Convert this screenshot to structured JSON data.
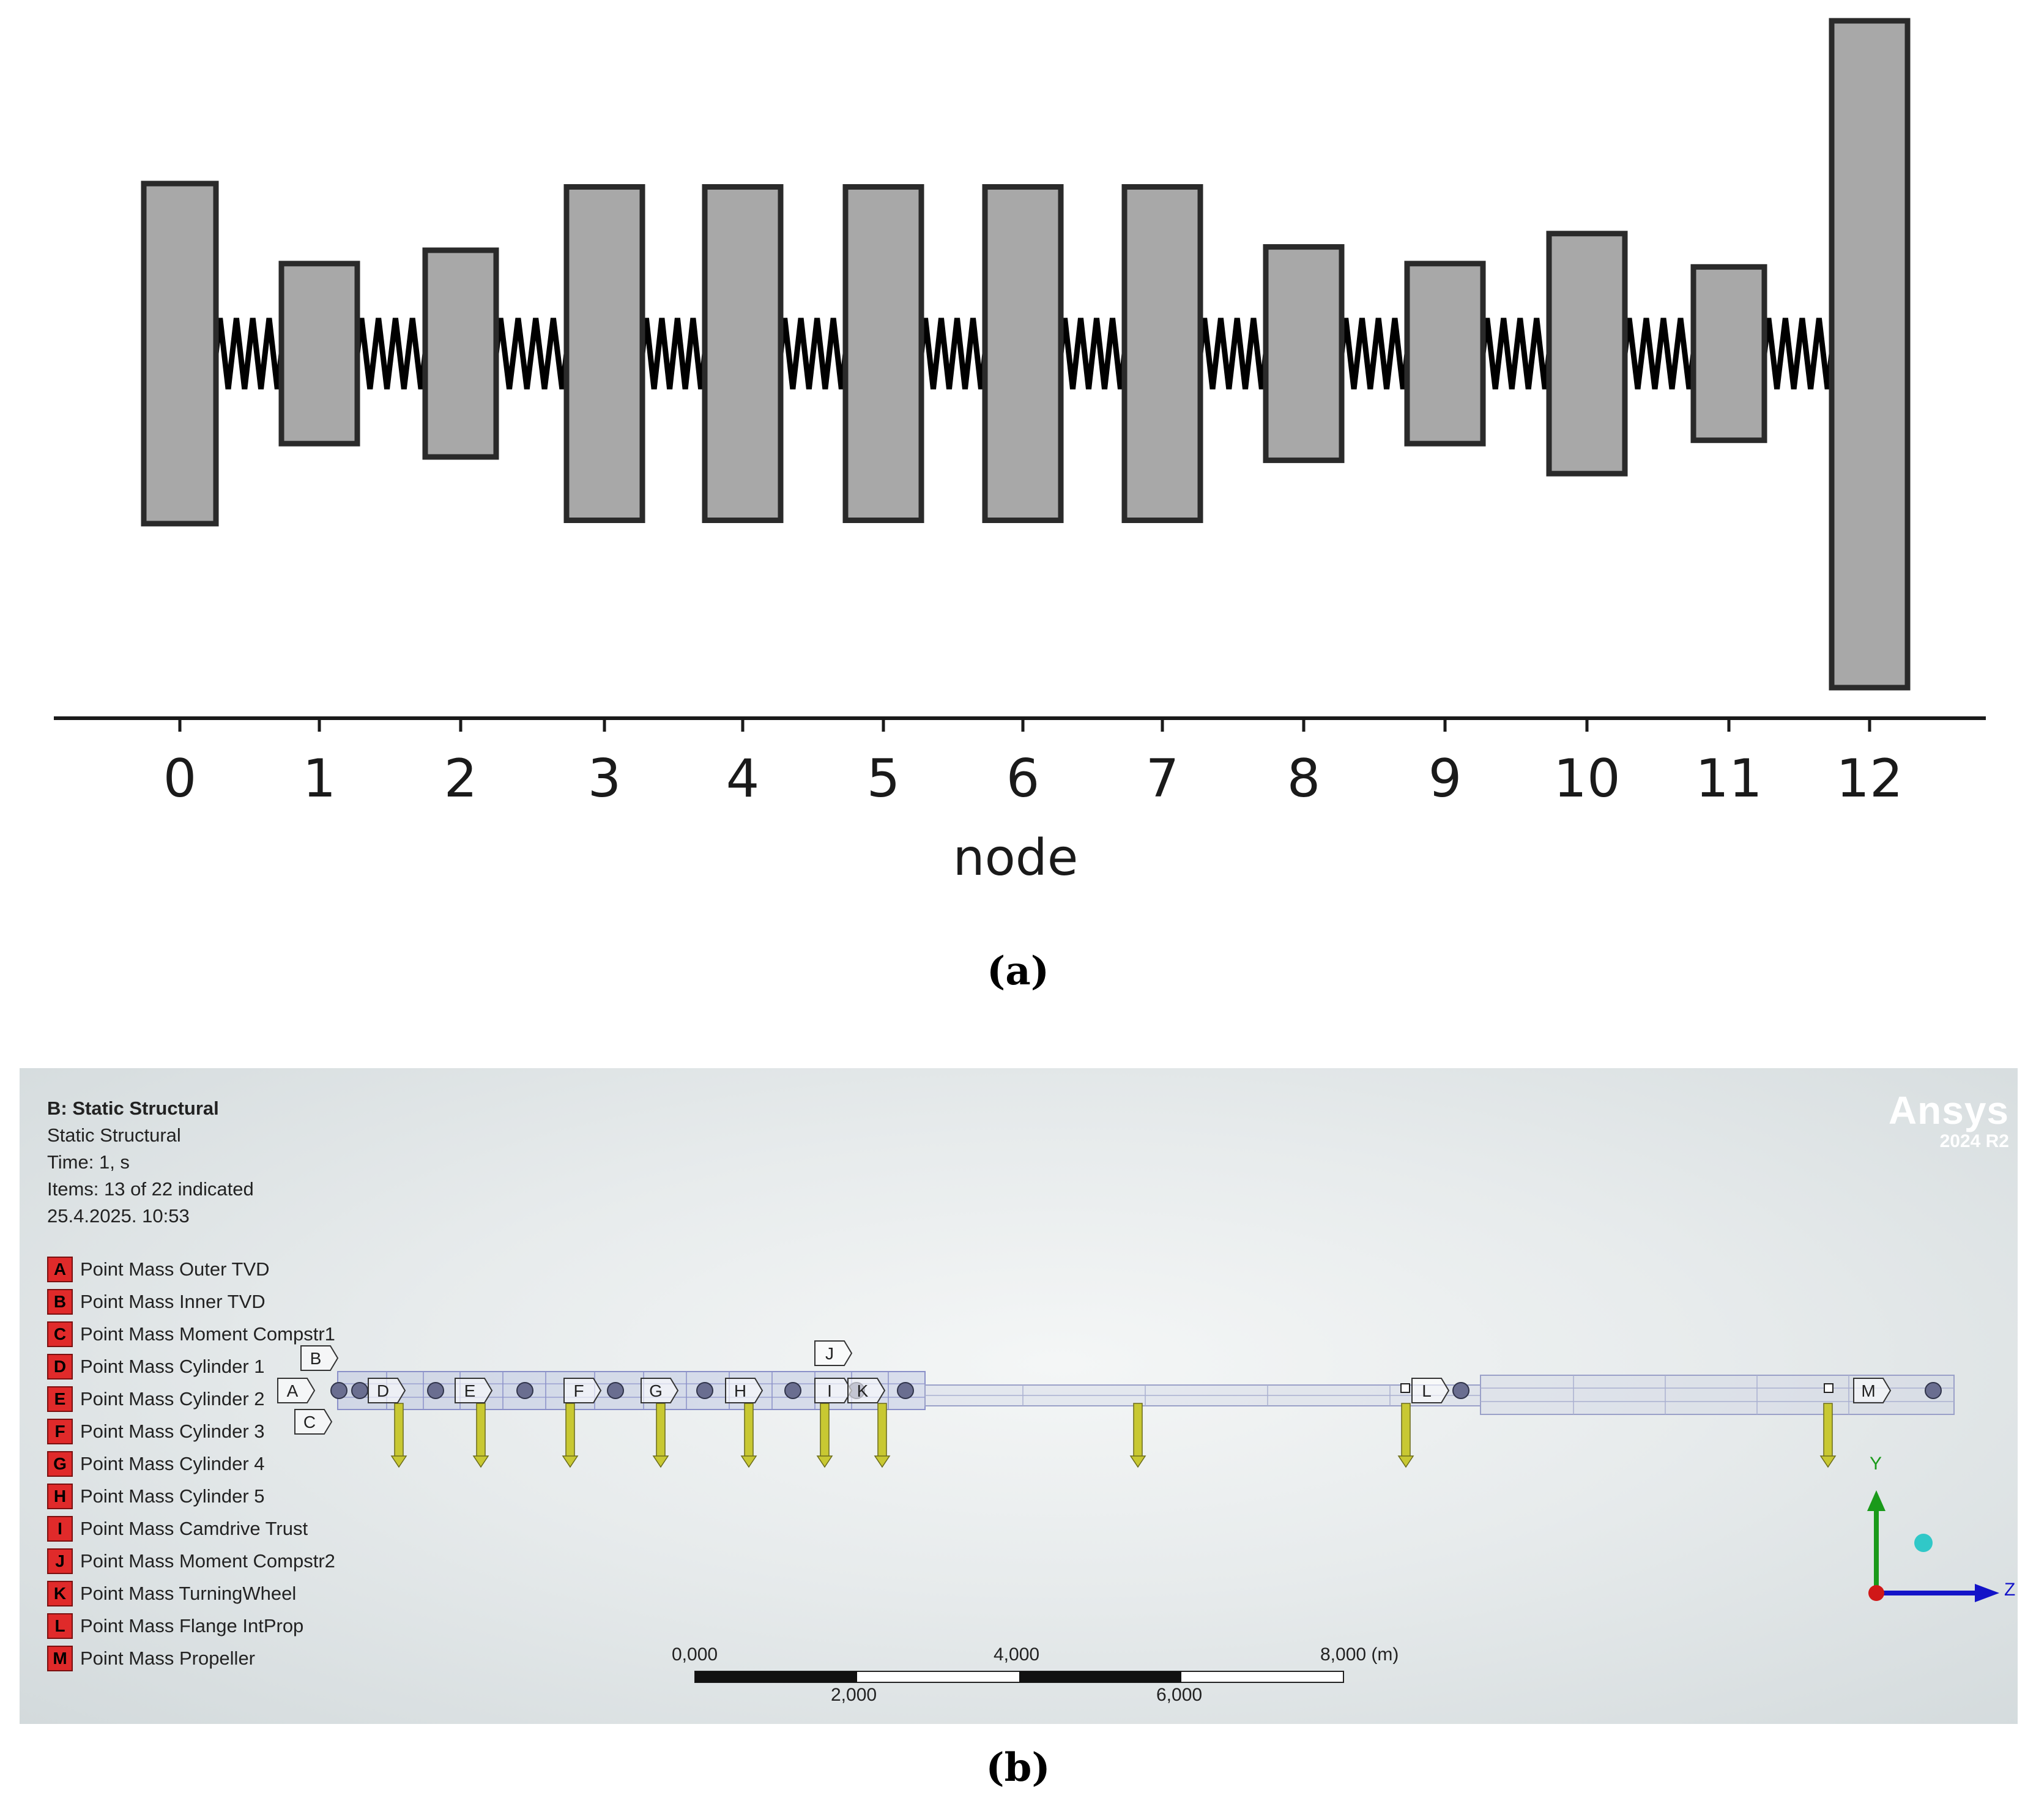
{
  "figure_a": {
    "axis_label": "node",
    "nodes": [
      {
        "label": "0",
        "height": 0.51
      },
      {
        "label": "1",
        "height": 0.27
      },
      {
        "label": "2",
        "height": 0.31
      },
      {
        "label": "3",
        "height": 0.5
      },
      {
        "label": "4",
        "height": 0.5
      },
      {
        "label": "5",
        "height": 0.5
      },
      {
        "label": "6",
        "height": 0.5
      },
      {
        "label": "7",
        "height": 0.5
      },
      {
        "label": "8",
        "height": 0.32
      },
      {
        "label": "9",
        "height": 0.27
      },
      {
        "label": "10",
        "height": 0.36
      },
      {
        "label": "11",
        "height": 0.26
      },
      {
        "label": "12",
        "height": 1.0
      }
    ],
    "colors": {
      "mass_fill": "#a8a8a8",
      "mass_stroke": "#2a2a2a",
      "spring": "#000000"
    }
  },
  "caption_a": "(a)",
  "caption_b": "(b)",
  "figure_b": {
    "info": {
      "title": "B: Static Structural",
      "line1": "Static Structural",
      "line2": "Time: 1, s",
      "line3": "Items: 13 of 22 indicated",
      "line4": "25.4.2025. 10:53"
    },
    "legend": [
      {
        "key": "A",
        "label": "Point Mass Outer TVD"
      },
      {
        "key": "B",
        "label": "Point Mass Inner TVD"
      },
      {
        "key": "C",
        "label": "Point Mass Moment Compstr1"
      },
      {
        "key": "D",
        "label": "Point Mass Cylinder 1"
      },
      {
        "key": "E",
        "label": "Point Mass Cylinder 2"
      },
      {
        "key": "F",
        "label": "Point Mass Cylinder 3"
      },
      {
        "key": "G",
        "label": "Point Mass Cylinder 4"
      },
      {
        "key": "H",
        "label": "Point Mass Cylinder 5"
      },
      {
        "key": "I",
        "label": "Point Mass Camdrive Trust"
      },
      {
        "key": "J",
        "label": "Point Mass Moment Compstr2"
      },
      {
        "key": "K",
        "label": "Point Mass TurningWheel"
      },
      {
        "key": "L",
        "label": "Point Mass Flange IntProp"
      },
      {
        "key": "M",
        "label": "Point Mass Propeller"
      }
    ],
    "brand": {
      "name": "Ansys",
      "version": "2024 R2"
    },
    "scale_bar": {
      "top_labels": [
        "0,000",
        "4,000",
        "8,000 (m)"
      ],
      "bottom_labels": [
        "2,000",
        "6,000"
      ]
    },
    "triad": {
      "y_label": "Y",
      "z_label": "Z",
      "colors": {
        "y": "#1a9a1a",
        "z": "#1414c8",
        "x": "#d01818",
        "iso": "#30c8c8"
      }
    },
    "shaft_tags": [
      "A",
      "B",
      "C",
      "D",
      "E",
      "F",
      "G",
      "H",
      "I",
      "J",
      "K",
      "L",
      "M"
    ],
    "colors": {
      "legend_key": "#e02a2a",
      "load_arrow": "#c8c832",
      "mass_point": "#6a6e90"
    }
  }
}
